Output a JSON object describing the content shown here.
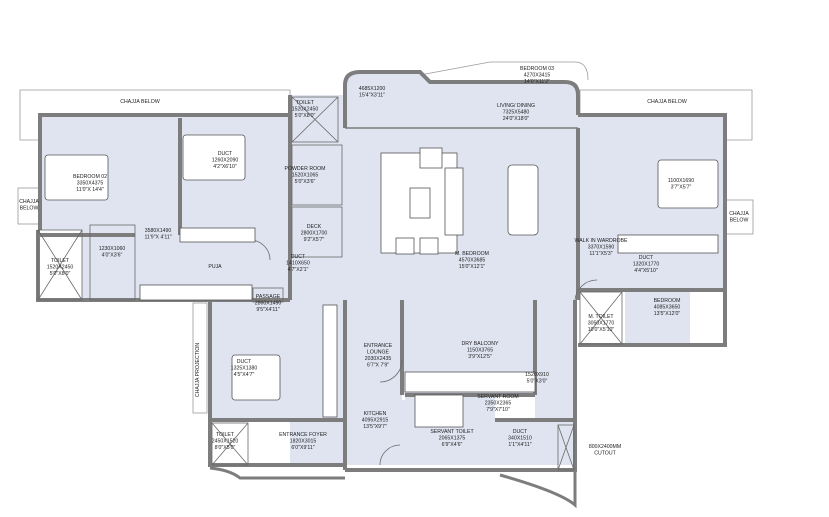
{
  "colors": {
    "room_fill": "#dfe4f0",
    "wall": "#7d7d7d",
    "background": "#ffffff"
  },
  "labels": [
    {
      "lines": [
        "CHAJJA BELOW"
      ]
    },
    {
      "lines": [
        "CHAJJA BELOW"
      ]
    },
    {
      "lines": [
        "CHAJJA",
        "BELOW"
      ]
    },
    {
      "lines": [
        "CHAJJA",
        "BELOW"
      ]
    },
    {
      "lines": [
        "CHAJJA PROJECTION"
      ]
    },
    {
      "lines": [
        "BEDROOM 03",
        "4270X3415",
        "14'0\"X11'2\""
      ]
    },
    {
      "lines": [
        "BEDROOM 02",
        "3350X4375",
        "11'0\"X 14'4\""
      ]
    },
    {
      "lines": [
        "DUCT",
        "1260X2090",
        "4'2\"X6'10\""
      ]
    },
    {
      "lines": [
        "TOILET",
        "1520X2450",
        "5'0\"X8'0\""
      ]
    },
    {
      "lines": [
        "1230X1060",
        "4'0\"X3'6\""
      ]
    },
    {
      "lines": [
        "3580X1490",
        "11'9\"X 4'11\""
      ]
    },
    {
      "lines": [
        "PUJA"
      ]
    },
    {
      "lines": [
        "PASSAGE",
        "2860X1490",
        "9'5\"X4'11\""
      ]
    },
    {
      "lines": [
        "DUCT",
        "1410X650",
        "4'7\"X2'1\""
      ]
    },
    {
      "lines": [
        "TOILET",
        "1520X2450",
        "5'0\"X8'0\""
      ]
    },
    {
      "lines": [
        "POWDER ROOM",
        "1520X1065",
        "5'0\"X3'6\""
      ]
    },
    {
      "lines": [
        "DECK",
        "2800X1700",
        "9'2\"X5'7\""
      ]
    },
    {
      "lines": [
        "4685X1200",
        "15'4\"X3'11\""
      ]
    },
    {
      "lines": [
        "LIVING/ DINING",
        "7325X5480",
        "24'0\"X18'0\""
      ]
    },
    {
      "lines": [
        "M. BEDROOM",
        "4570X3685",
        "15'0\"X12'1\""
      ]
    },
    {
      "lines": [
        "1100X1690",
        "3'7\"X5'7\""
      ]
    },
    {
      "lines": [
        "WALK IN WARDROBE",
        "3370X1590",
        "11'1\"X5'3\""
      ]
    },
    {
      "lines": [
        "DUCT",
        "1320X1770",
        "4'4\"X5'10\""
      ]
    },
    {
      "lines": [
        "M. TOILET",
        "3050X1770",
        "10'0\"X5'10\""
      ]
    },
    {
      "lines": [
        "BEDROOM",
        "4085X3650",
        "13'5\"X12'0\""
      ]
    },
    {
      "lines": [
        "DUCT",
        "1325X1380",
        "4'5\"X4'7\""
      ]
    },
    {
      "lines": [
        "TOILET",
        "2450X1520",
        "8'0\"X5'0\""
      ]
    },
    {
      "lines": [
        "ENTRANCE FOYER",
        "1820X3015",
        "6'0\"X9'11\""
      ]
    },
    {
      "lines": [
        "ENTRANCE",
        "LOUNGE",
        "2030X2435",
        "6'7\"X 7'9\""
      ]
    },
    {
      "lines": [
        "KITCHEN",
        "4095X2915",
        "13'5\"X9'7\""
      ]
    },
    {
      "lines": [
        "DRY BALCONY",
        "1150X3765",
        "3'9\"X12'5\""
      ]
    },
    {
      "lines": [
        "1520X910",
        "5'0\"X3'0\""
      ]
    },
    {
      "lines": [
        "SERVANT ROOM",
        "2350X2365",
        "7'9\"X7'10\""
      ]
    },
    {
      "lines": [
        "SERVANT TOILET",
        "2065X1375",
        "6'9\"X4'6\""
      ]
    },
    {
      "lines": [
        "DUCT",
        "340X1510",
        "1'1\"X4'11\""
      ]
    },
    {
      "lines": [
        "800X2400MM",
        "CUTOUT"
      ]
    }
  ]
}
